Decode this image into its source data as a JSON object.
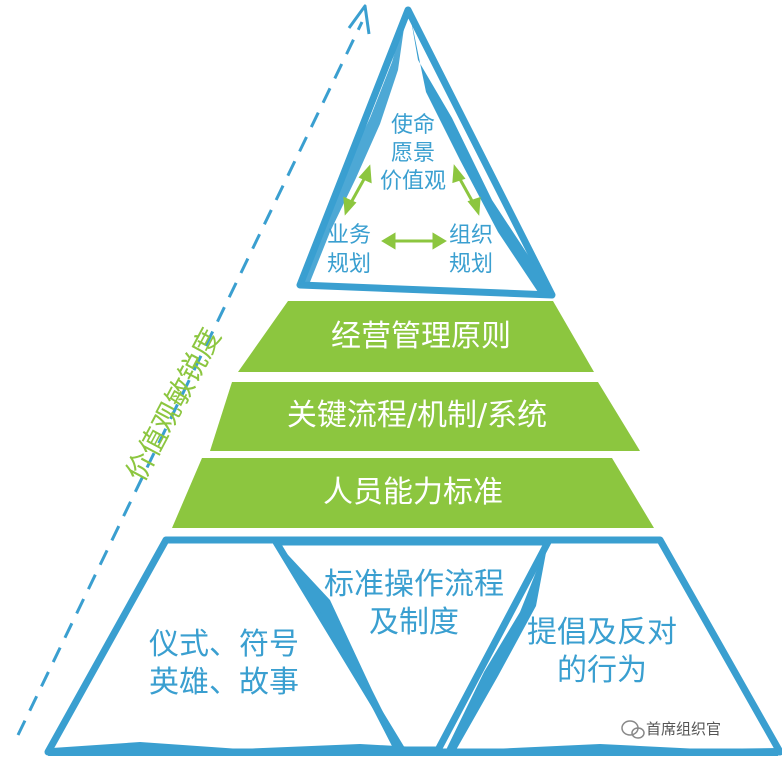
{
  "apex": {
    "line1": "使命",
    "line2": "愿景",
    "line3": "价值观",
    "left_line1": "业务",
    "left_line2": "规划",
    "right_line1": "组织",
    "right_line2": "规划"
  },
  "bands": [
    "经营管理原则",
    "关键流程/机制/系统",
    "人员能力标准"
  ],
  "base": {
    "left_line1": "仪式、符号",
    "left_line2": "英雄、故事",
    "middle_line1": "标准操作流程",
    "middle_line2": "及制度",
    "right_line1": "提倡及反对",
    "right_line2": "的行为"
  },
  "side_label": "价值观敏锐度",
  "watermark": "首席组织官",
  "colors": {
    "blue": "#3a9fd0",
    "green": "#8cc63f",
    "text_white": "#ffffff"
  }
}
